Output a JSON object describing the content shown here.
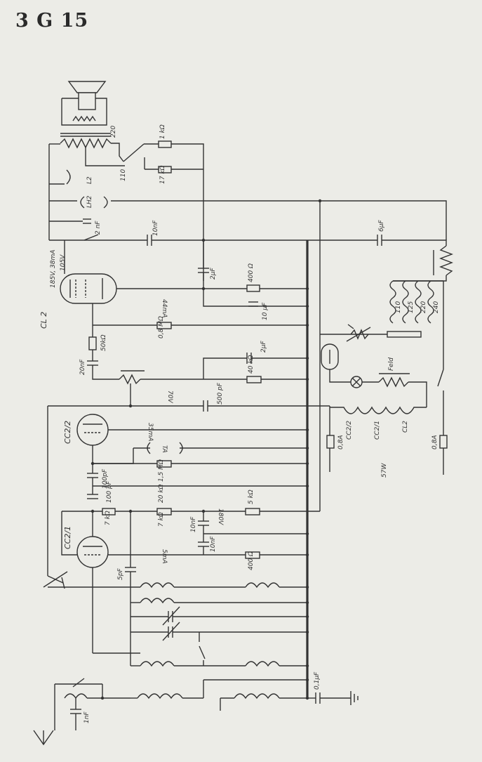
{
  "title": "3 G 15",
  "labels": {
    "r_1k": "1 kΩ",
    "r_17k": "17 kΩ",
    "tap_220": "220",
    "tap_110": "110",
    "coil_l2": "L2",
    "coil_lh2": "LH2",
    "c_2nf": "2 nF",
    "c_10nf_top": "10nF",
    "c_6uf": "6µF",
    "tube_cl2_label": "CL 2",
    "cl2_voltage": "185V, 38mA",
    "cl2_plate_v": "105V",
    "c_2uf_top": "2µF",
    "r_400_top": "400 Ω",
    "c_10uf": "10 µF",
    "i_44ma": "44mA",
    "r_08m": "0,8 MΩ",
    "r_50k": "50kΩ",
    "c_20nf": "20nF",
    "c_2uf_mid": "2µF",
    "r_40k": "40 kΩ",
    "v_70": "70V",
    "c_500pf": "500 pF",
    "mains_110": "110",
    "mains_125": "125",
    "mains_220": "220",
    "mains_240": "240",
    "feld": "Feld",
    "tube_cc2_2": "CC2/2",
    "i_35ma": "35mA",
    "ta": "TA",
    "r_15m": "1,5 MΩ",
    "c_100pf_a": "100pF",
    "c_100pf_b": "100 pF",
    "r_20k": "20 kΩ",
    "r_5k": "5 kΩ",
    "v_180": "180V",
    "r_7k_a": "7 kΩ",
    "r_7k_b": "7 kΩ",
    "c_10nf_a": "10nF",
    "c_10nf_b": "10nF",
    "fuse_08a_a": "0,8A",
    "fil_cc2_2": "CC2/2",
    "fil_cc2_1": "CC2/1",
    "fil_cl2": "CL2",
    "power_57w": "57W",
    "fuse_08a_b": "0,8A",
    "tube_cc2_1": "CC2/1",
    "i_5ma": "5mA",
    "r_400_bot": "400 Ω",
    "c_5pf": "5pF",
    "c_01uf": "0,1µF",
    "c_1nf": "1nF"
  }
}
